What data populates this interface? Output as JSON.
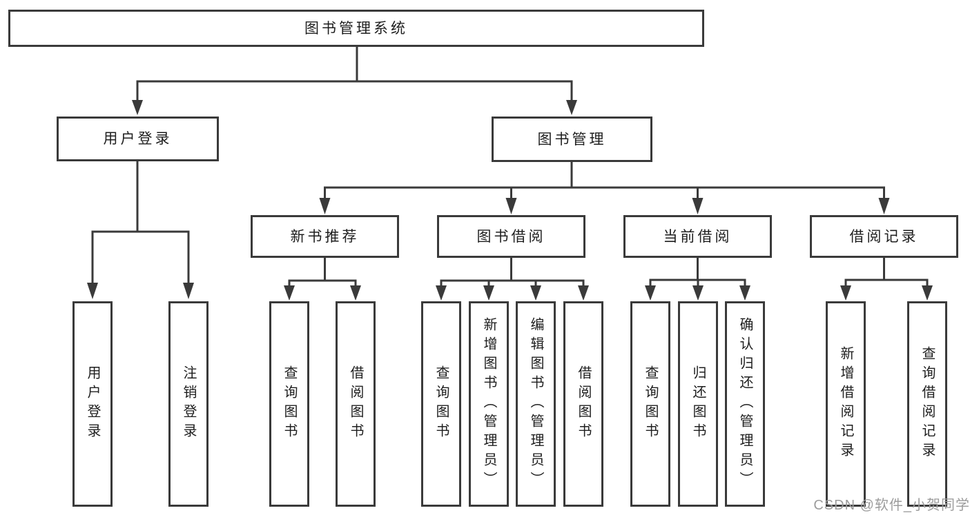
{
  "diagram": {
    "root": {
      "label": "图书管理系统"
    },
    "level2": [
      {
        "label": "用户登录"
      },
      {
        "label": "图书管理"
      }
    ],
    "level3": [
      {
        "label": "新书推荐"
      },
      {
        "label": "图书借阅"
      },
      {
        "label": "当前借阅"
      },
      {
        "label": "借阅记录"
      }
    ],
    "leaf_groups": [
      {
        "parent": "用户登录",
        "items": [
          "用户登录",
          "注销登录"
        ]
      },
      {
        "parent": "新书推荐",
        "items": [
          "查询图书",
          "借阅图书"
        ]
      },
      {
        "parent": "图书借阅",
        "items": [
          "查询图书",
          "新增图书（管理员）",
          "编辑图书（管理员）",
          "借阅图书"
        ]
      },
      {
        "parent": "当前借阅",
        "items": [
          "查询图书",
          "归还图书",
          "确认归还（管理员）"
        ]
      },
      {
        "parent": "借阅记录",
        "items": [
          "新增借阅记录",
          "查询借阅记录"
        ]
      }
    ],
    "line_color": "#3a3a3a",
    "box_background": "#ffffff",
    "text_color": "#1e1e1e"
  },
  "watermark": {
    "text": "CSDN @软件_小贺同学",
    "color": "#9c9c9c"
  }
}
